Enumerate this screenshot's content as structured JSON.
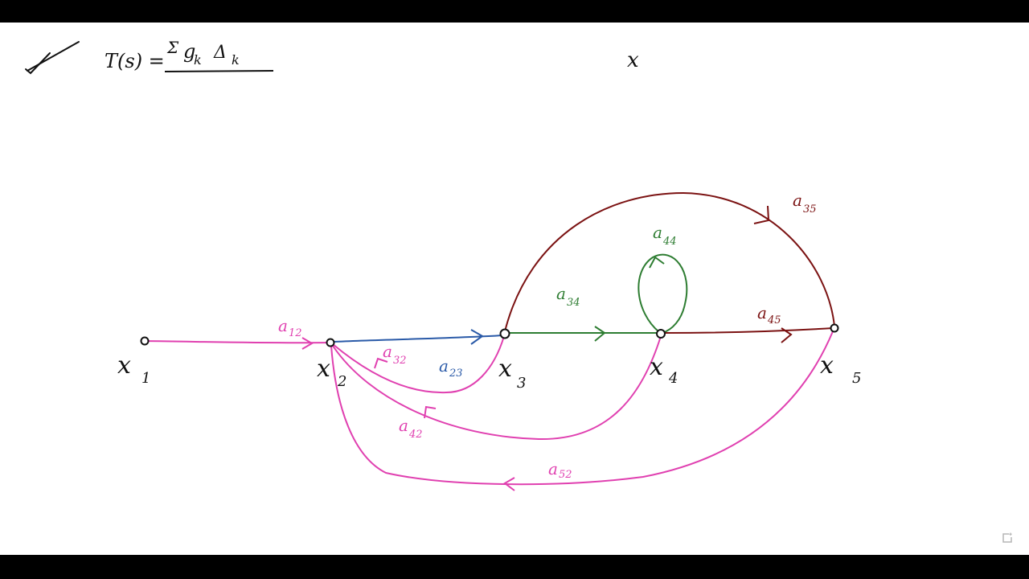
{
  "formula": {
    "lhs": "T(s) =",
    "numerator_sum": "Σ",
    "numerator_g": "g",
    "numerator_g_sub": "k",
    "numerator_delta": "Δ",
    "numerator_delta_sub": "k"
  },
  "stray_symbol": "x",
  "nodes": {
    "x1": {
      "label": "x",
      "sub": "1"
    },
    "x2": {
      "label": "x",
      "sub": "2"
    },
    "x3": {
      "label": "x",
      "sub": "3"
    },
    "x4": {
      "label": "x",
      "sub": "4"
    },
    "x5": {
      "label": "x",
      "sub": "5"
    }
  },
  "edges": {
    "a12": {
      "label": "a",
      "sub": "12"
    },
    "a23": {
      "label": "a",
      "sub": "23"
    },
    "a32": {
      "label": "a",
      "sub": "32"
    },
    "a34": {
      "label": "a",
      "sub": "34"
    },
    "a44": {
      "label": "a",
      "sub": "44"
    },
    "a45": {
      "label": "a",
      "sub": "45"
    },
    "a35": {
      "label": "a",
      "sub": "35"
    },
    "a42": {
      "label": "a",
      "sub": "42"
    },
    "a52": {
      "label": "a",
      "sub": "52"
    }
  },
  "colors": {
    "pink": "#e040b0",
    "blue": "#2a5aa8",
    "green": "#2e7d32",
    "brown": "#7b1212",
    "ink": "#111111"
  },
  "icons": {
    "checkmark": "checkmark-icon",
    "corner": "corner-icon"
  }
}
